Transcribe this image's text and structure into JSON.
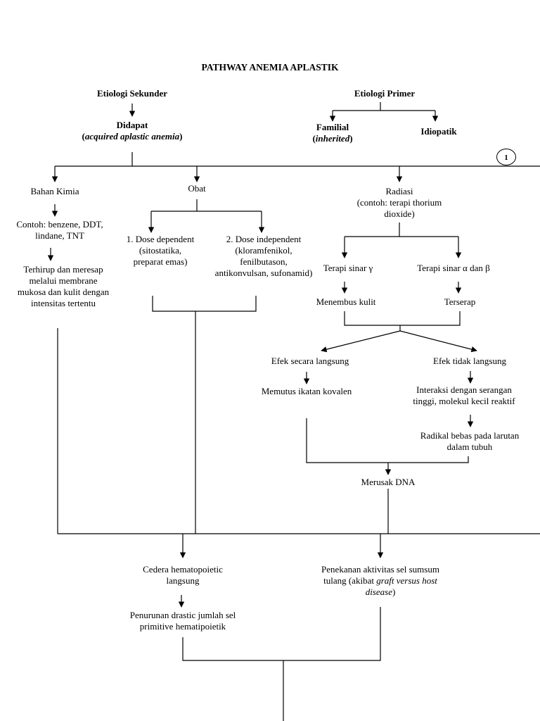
{
  "title": "PATHWAY ANEMIA APLASTIK",
  "page_number": "1",
  "etiologi_sekunder": "Etiologi Sekunder",
  "didapat": "Didapat",
  "didapat_note": "acquired aplastic anemia",
  "etiologi_primer": "Etiologi Primer",
  "familial": "Familial",
  "familial_note": "inherited",
  "idiopatik": "Idiopatik",
  "bahan_kimia": {
    "label": "Bahan Kimia",
    "contoh": [
      "Contoh: benzene, DDT,",
      "lindane, TNT"
    ],
    "efek": [
      "Terhirup dan meresap",
      "melalui membrane",
      "mukosa dan kulit dengan",
      "intensitas tertentu"
    ]
  },
  "obat": {
    "label": "Obat",
    "dose_dependent": [
      "1. Dose dependent",
      "(sitostatika,",
      "preparat emas)"
    ],
    "dose_independent": [
      "2. Dose independent",
      "(kloramfenikol,",
      "fenilbutason,",
      "antikonvulsan, sufonamid)"
    ]
  },
  "radiasi": {
    "label": "Radiasi",
    "contoh": [
      "(contoh: terapi thorium",
      "dioxide)"
    ],
    "gamma": "Terapi sinar γ",
    "alpha_beta": "Terapi sinar α dan β",
    "menembus": "Menembus kulit",
    "terserap": "Terserap",
    "efek_langsung": "Efek secara langsung",
    "efek_tidak_langsung": "Efek tidak langsung",
    "memutus": "Memutus ikatan kovalen",
    "interaksi": [
      "Interaksi dengan serangan",
      "tinggi, molekul kecil reaktif"
    ],
    "radikal": [
      "Radikal bebas pada larutan",
      "dalam tubuh"
    ],
    "merusak": "Merusak DNA"
  },
  "cedera": [
    "Cedera hematopoietic",
    "langsung"
  ],
  "penurunan": [
    "Penurunan drastic jumlah sel",
    "primitive hematipoietik"
  ],
  "penekanan": {
    "line1": "Penekanan aktivitas sel sumsum",
    "line2_prefix": "tulang (akibat ",
    "line2_italic": "graft versus host",
    "line3_italic": "disease",
    "line3_suffix": ")"
  }
}
